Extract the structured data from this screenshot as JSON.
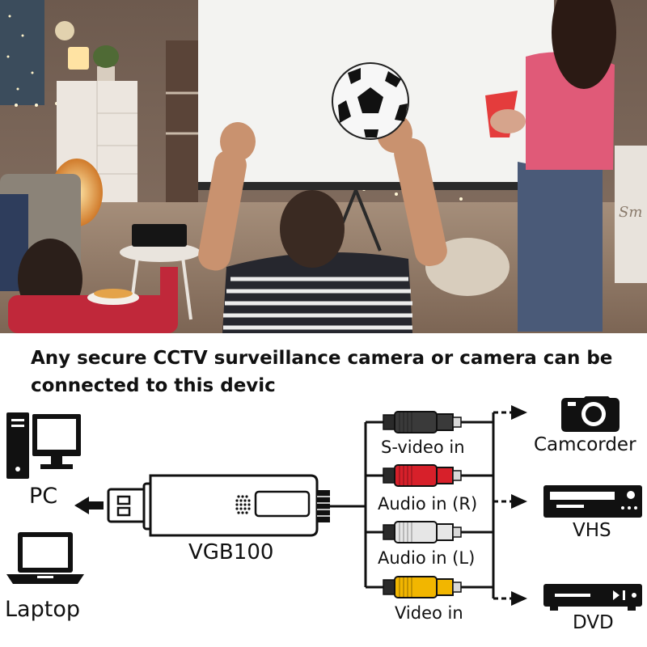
{
  "headline": "Any secure CCTV surveillance camera or camera can be connected to this devic",
  "photo_sign_text": "Sm",
  "device": {
    "name": "VGB100"
  },
  "hosts": [
    {
      "label": "PC",
      "icon": "desktop-computer-icon"
    },
    {
      "label": "Laptop",
      "icon": "laptop-icon"
    }
  ],
  "connectors": [
    {
      "label": "S-video in",
      "color": "#3a3a3a"
    },
    {
      "label": "Audio in (R)",
      "color": "#d7202a"
    },
    {
      "label": "Audio in (L)",
      "color": "#e6e6e6"
    },
    {
      "label": "Video in",
      "color": "#f2b600"
    }
  ],
  "sources": [
    {
      "label": "Camcorder",
      "icon": "camera-icon"
    },
    {
      "label": "VHS",
      "icon": "vhs-player-icon"
    },
    {
      "label": "DVD",
      "icon": "dvd-player-icon"
    }
  ]
}
